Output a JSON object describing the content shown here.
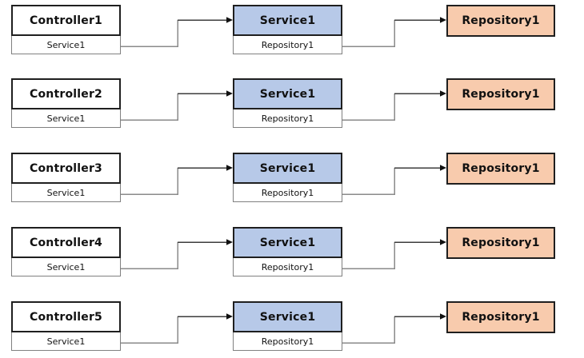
{
  "diagram": {
    "colors": {
      "background": "#ffffff",
      "controller_fill": "#ffffff",
      "service_fill": "#b7c9e8",
      "repository_fill": "#f8cbad",
      "box_border": "#1f1f1f",
      "compartment_border": "#808080",
      "connector_gray": "#8a8a8a",
      "connector_dark": "#3c3c3c",
      "arrowhead": "#111111",
      "text": "#111111"
    },
    "rows": [
      {
        "controller": {
          "title": "Controller1",
          "dependency": "Service1"
        },
        "service": {
          "title": "Service1",
          "dependency": "Repository1"
        },
        "repository": {
          "title": "Repository1"
        }
      },
      {
        "controller": {
          "title": "Controller2",
          "dependency": "Service1"
        },
        "service": {
          "title": "Service1",
          "dependency": "Repository1"
        },
        "repository": {
          "title": "Repository1"
        }
      },
      {
        "controller": {
          "title": "Controller3",
          "dependency": "Service1"
        },
        "service": {
          "title": "Service1",
          "dependency": "Repository1"
        },
        "repository": {
          "title": "Repository1"
        }
      },
      {
        "controller": {
          "title": "Controller4",
          "dependency": "Service1"
        },
        "service": {
          "title": "Service1",
          "dependency": "Repository1"
        },
        "repository": {
          "title": "Repository1"
        }
      },
      {
        "controller": {
          "title": "Controller5",
          "dependency": "Service1"
        },
        "service": {
          "title": "Service1",
          "dependency": "Repository1"
        },
        "repository": {
          "title": "Repository1"
        }
      }
    ]
  }
}
